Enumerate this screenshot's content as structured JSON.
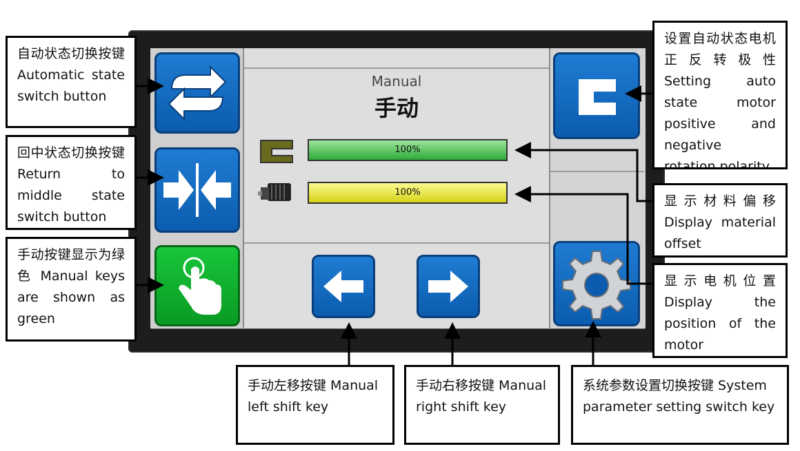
{
  "screen": {
    "mode_label_en": "Manual",
    "mode_label_zh": "手动",
    "material_offset_percent": "100%",
    "motor_position_percent": "100%"
  },
  "buttons": {
    "auto_switch_icon": "swap-arrows-icon",
    "center_switch_icon": "center-arrows-icon",
    "manual_icon": "hand-pointer-icon",
    "polarity_icon": "bracket-c-icon",
    "left_icon": "arrow-left-icon",
    "right_icon": "arrow-right-icon",
    "settings_icon": "gear-icon"
  },
  "callouts": {
    "auto_switch": "自动状态切换按键 Automatic state switch button",
    "center_switch": "回中状态切换按键 Return to middle state switch button",
    "manual_green": "手动按键显示为绿色 Manual keys are shown as green",
    "polarity": "设置自动状态电机正反转极性 Setting auto state motor positive and negative rotation polarity",
    "material_offset": "显示材料偏移 Display material offset",
    "motor_position": "显示电机位置 Display the position of the motor",
    "left_shift": "手动左移按键 Manual left shift key",
    "right_shift": "手动右移按键 Manual right shift key",
    "settings": "系统参数设置切换按键 System parameter setting switch key"
  },
  "colors": {
    "button_blue": "#0b5cae",
    "button_green": "#0a9a23",
    "bar_green": "#2eaa3a",
    "bar_yellow": "#d6d21a"
  }
}
